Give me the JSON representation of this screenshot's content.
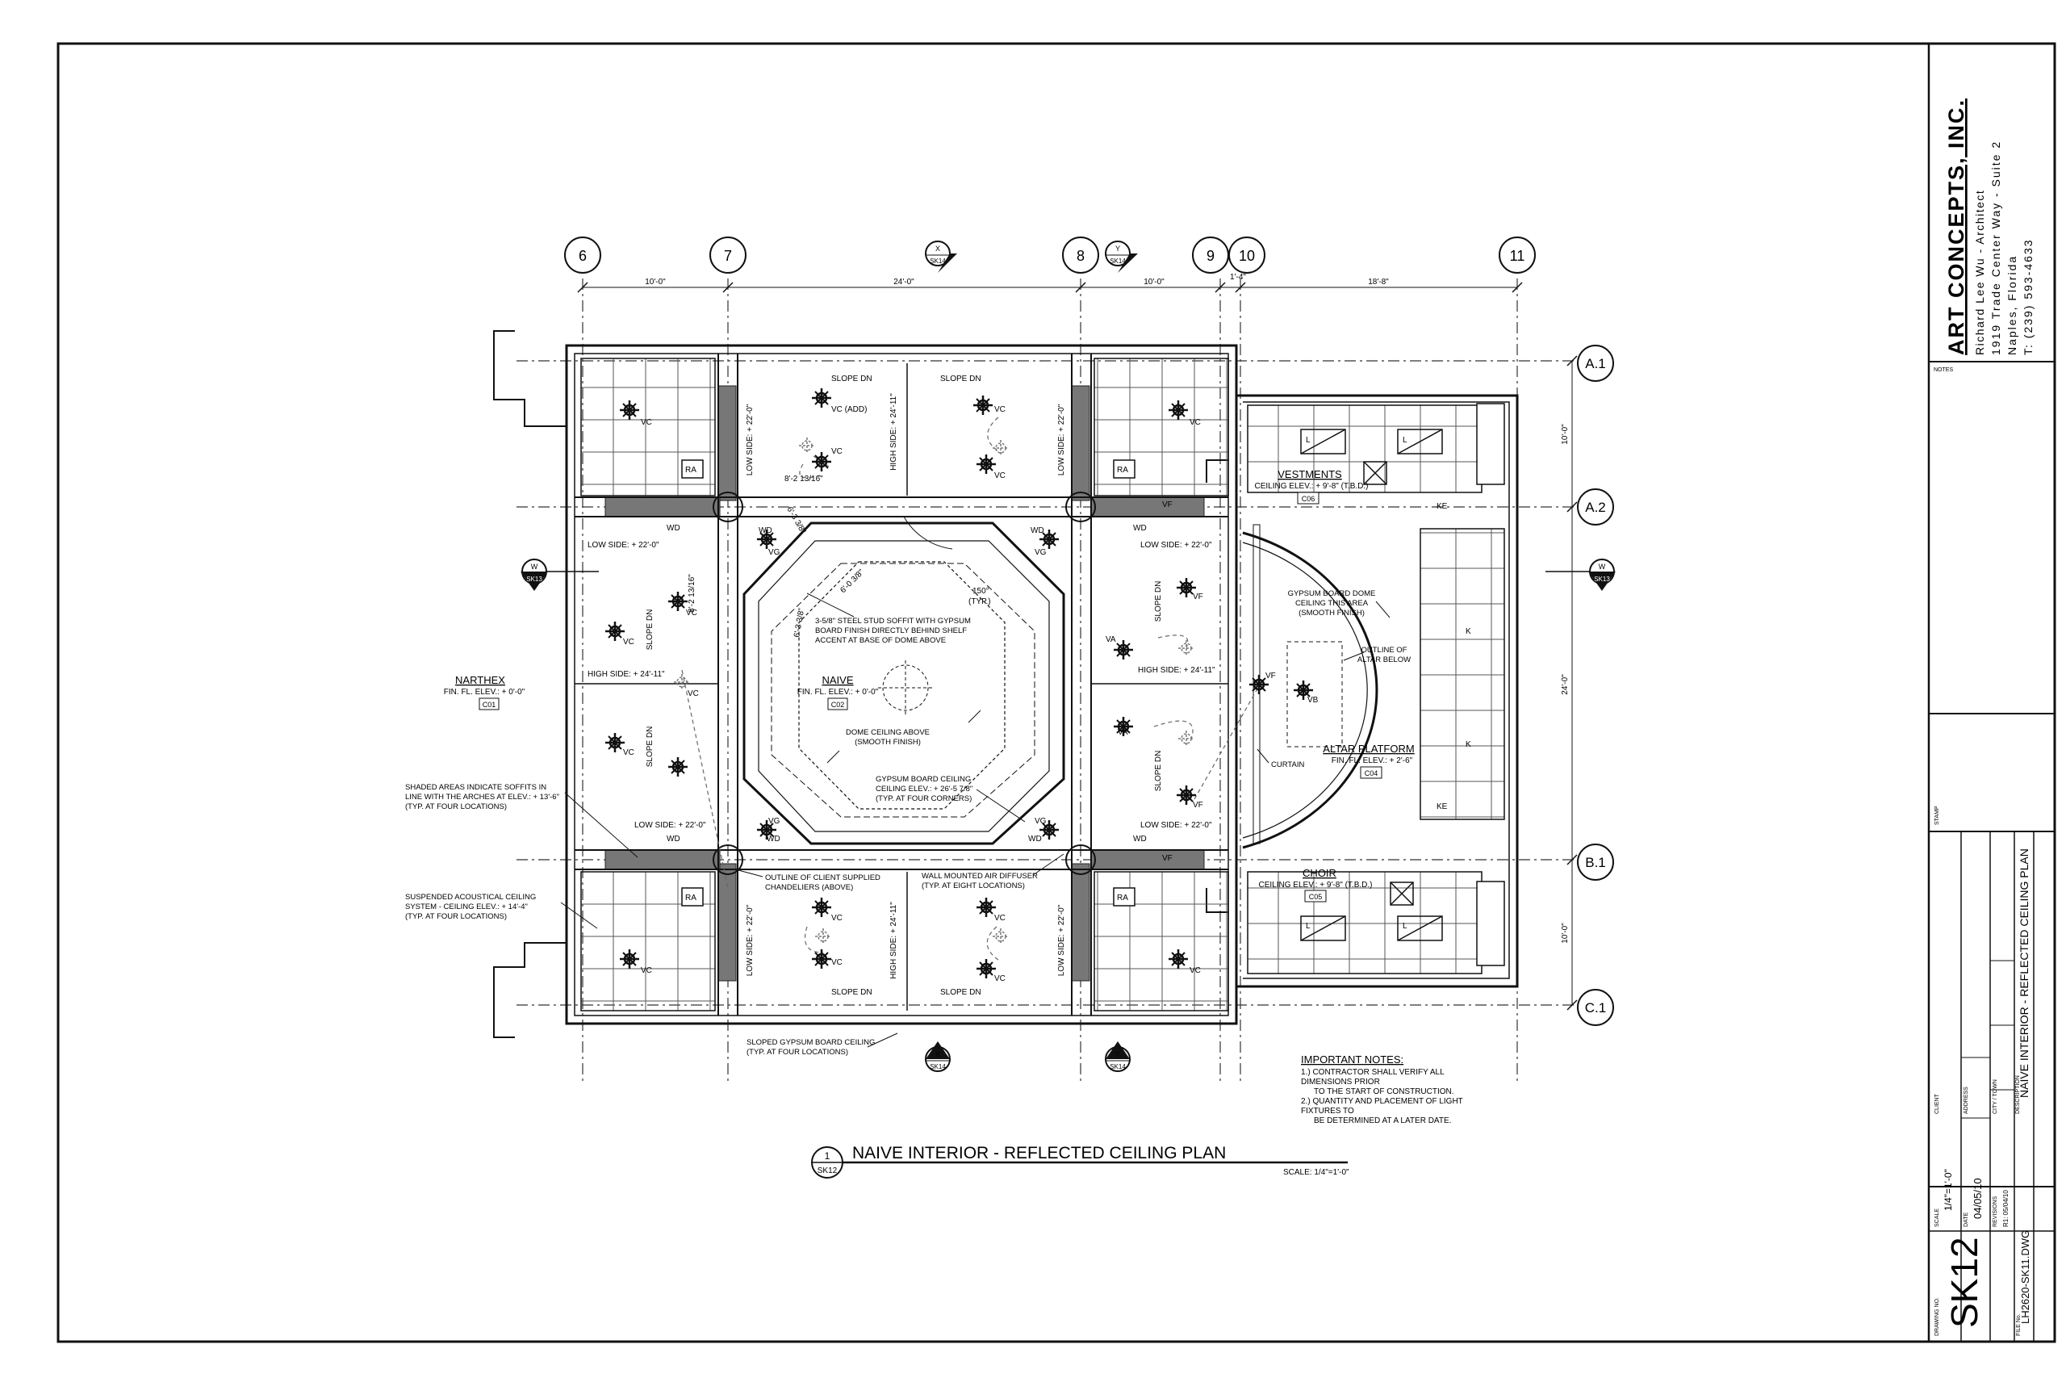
{
  "firm": {
    "name": "ART CONCEPTS, INC.",
    "architect": "Richard Lee Wu - Architect",
    "address": "1919 Trade Center Way - Suite 2",
    "city": "Naples, Florida",
    "phone": "T: (239) 593-4633"
  },
  "titleblock": {
    "notes_label": "NOTES",
    "stamp_label": "STAMP",
    "client_label": "CLIENT",
    "address_label": "ADDRESS",
    "city_label": "CITY / TOWN",
    "description_label": "DESCRIPTION",
    "description": "NAIVE INTERIOR - REFLECTED CEILING PLAN",
    "scale_label": "SCALE",
    "scale": "1/4\"=1'-0\"",
    "date_label": "DATE",
    "date": "04/05/10",
    "revisions_label": "REVISIONS",
    "revision": "R1: 05/04/10",
    "drawing_no_label": "DRAWING NO.",
    "drawing_no": "SK12",
    "file_no_label": "FILE No.",
    "file_no": "LH2620-SK11.DWG"
  },
  "grid": {
    "columns": [
      "6",
      "7",
      "8",
      "9",
      "10",
      "11"
    ],
    "rows": [
      "A.1",
      "A.2",
      "B.1",
      "C.1"
    ],
    "top_dims": [
      "10'-0\"",
      "24'-0\"",
      "10'-0\"",
      "1'-4\"",
      "18'-8\""
    ],
    "right_dims": [
      "10'-0\"",
      "24'-0\"",
      "10'-0\""
    ]
  },
  "section_markers": {
    "x": {
      "letter": "X",
      "sheet": "SK14"
    },
    "y": {
      "letter": "Y",
      "sheet": "SK14"
    },
    "w": {
      "letter": "W",
      "sheet": "SK13"
    }
  },
  "rooms": {
    "narthex": {
      "name": "NARTHEX",
      "elev": "FIN. FL. ELEV.: + 0'-0\"",
      "tag": "C01"
    },
    "naive": {
      "name": "NAIVE",
      "elev": "FIN. FL. ELEV.: + 0'-0\"",
      "tag": "C02"
    },
    "vestments": {
      "name": "VESTMENTS",
      "elev": "CEILING ELEV.: + 9'-8\" (T.B.D.)",
      "tag": "C06"
    },
    "altar": {
      "name": "ALTAR PLATFORM",
      "elev": "FIN. FL. ELEV.: + 2'-6\"",
      "tag": "C04"
    },
    "choir": {
      "name": "CHOIR",
      "elev": "CEILING ELEV.: + 9'-8\" (T.B.D.)",
      "tag": "C05"
    }
  },
  "labels": {
    "low_side": "LOW SIDE: + 22'-0\"",
    "high_side": "HIGH SIDE: + 24'-11\"",
    "slope_dn": "SLOPE DN",
    "wd": "WD",
    "vc": "VC",
    "vc_add": "VC (ADD)",
    "vg": "VG",
    "vf": "VF",
    "va": "VA",
    "vb": "VB",
    "ra": "RA",
    "ke": "KE",
    "k": "K",
    "l": "L",
    "angle": "150°",
    "typ": "(TYP.)",
    "dim1": "8'-2 13/16\"",
    "dim2": "6'-3 3/8\"",
    "dim3": "6'-0 3/8\"",
    "dim4": "6'-3 3/8\"",
    "curtain": "CURTAIN"
  },
  "notes": {
    "soffit1": "3-5/8\" STEEL STUD SOFFIT WITH GYPSUM",
    "soffit2": "BOARD FINISH DIRECTLY BEHIND SHELF",
    "soffit3": "ACCENT AT BASE OF DOME ABOVE",
    "dome1": "DOME CEILING ABOVE",
    "dome2": "(SMOOTH FINISH)",
    "gyp1": "GYPSUM BOARD CEILING",
    "gyp2": "CEILING ELEV.: + 26'-5 7/8\"",
    "gyp3": "(TYP. AT FOUR CORNERS)",
    "gdome1": "GYPSUM BOARD DOME",
    "gdome2": "CEILING THIS AREA",
    "gdome3": "(SMOOTH FINISH)",
    "altar1": "OUTLINE OF",
    "altar2": "ALTAR BELOW",
    "shaded1": "SHADED AREAS INDICATE SOFFITS IN",
    "shaded2": "LINE WITH THE ARCHES AT ELEV.: + 13'-6\"",
    "shaded3": "(TYP. AT FOUR LOCATIONS)",
    "susp1": "SUSPENDED ACOUSTICAL CEILING",
    "susp2": "SYSTEM - CEILING ELEV.: + 14'-4\"",
    "susp3": "(TYP. AT FOUR LOCATIONS)",
    "chand1": "OUTLINE OF CLIENT SUPPLIED",
    "chand2": "CHANDELIERS (ABOVE)",
    "diff1": "WALL MOUNTED AIR DIFFUSER",
    "diff2": "(TYP. AT EIGHT LOCATIONS)",
    "sloped1": "SLOPED GYPSUM BOARD CEILING",
    "sloped2": "(TYP. AT FOUR LOCATIONS)",
    "imp_title": "IMPORTANT NOTES:",
    "imp1": "1.) CONTRACTOR SHALL VERIFY ALL",
    "imp2": "DIMENSIONS PRIOR",
    "imp3": "TO THE START OF CONSTRUCTION.",
    "imp4": "2.) QUANTITY AND PLACEMENT OF LIGHT",
    "imp5": "FIXTURES TO",
    "imp6": "BE DETERMINED AT A LATER DATE."
  },
  "drawing_title": {
    "number": "1",
    "sheet": "SK12",
    "title": "NAIVE INTERIOR - REFLECTED CEILING PLAN",
    "scale": "SCALE: 1/4\"=1'-0\""
  }
}
